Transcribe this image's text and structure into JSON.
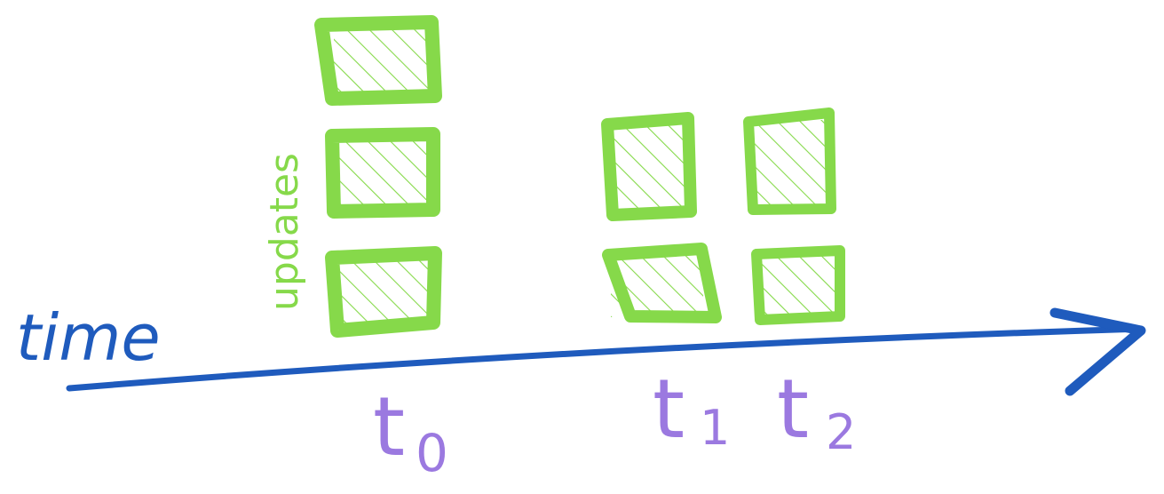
{
  "colors": {
    "timeline": "#1f5bbd",
    "update_box": "#86d94a",
    "update_hatch": "#86d94a",
    "labels_time": "#1f5bbd",
    "labels_t": "#9b79e0",
    "labels_updates": "#86d94a"
  },
  "labels": {
    "time": "time",
    "updates": "updates",
    "t0": "t",
    "t0_sub": "0",
    "t1": "t",
    "t1_sub": "1",
    "t2": "t",
    "t2_sub": "2"
  },
  "groups": [
    {
      "name": "t0",
      "count": 3
    },
    {
      "name": "t1",
      "count": 2
    },
    {
      "name": "t2",
      "count": 2
    }
  ]
}
